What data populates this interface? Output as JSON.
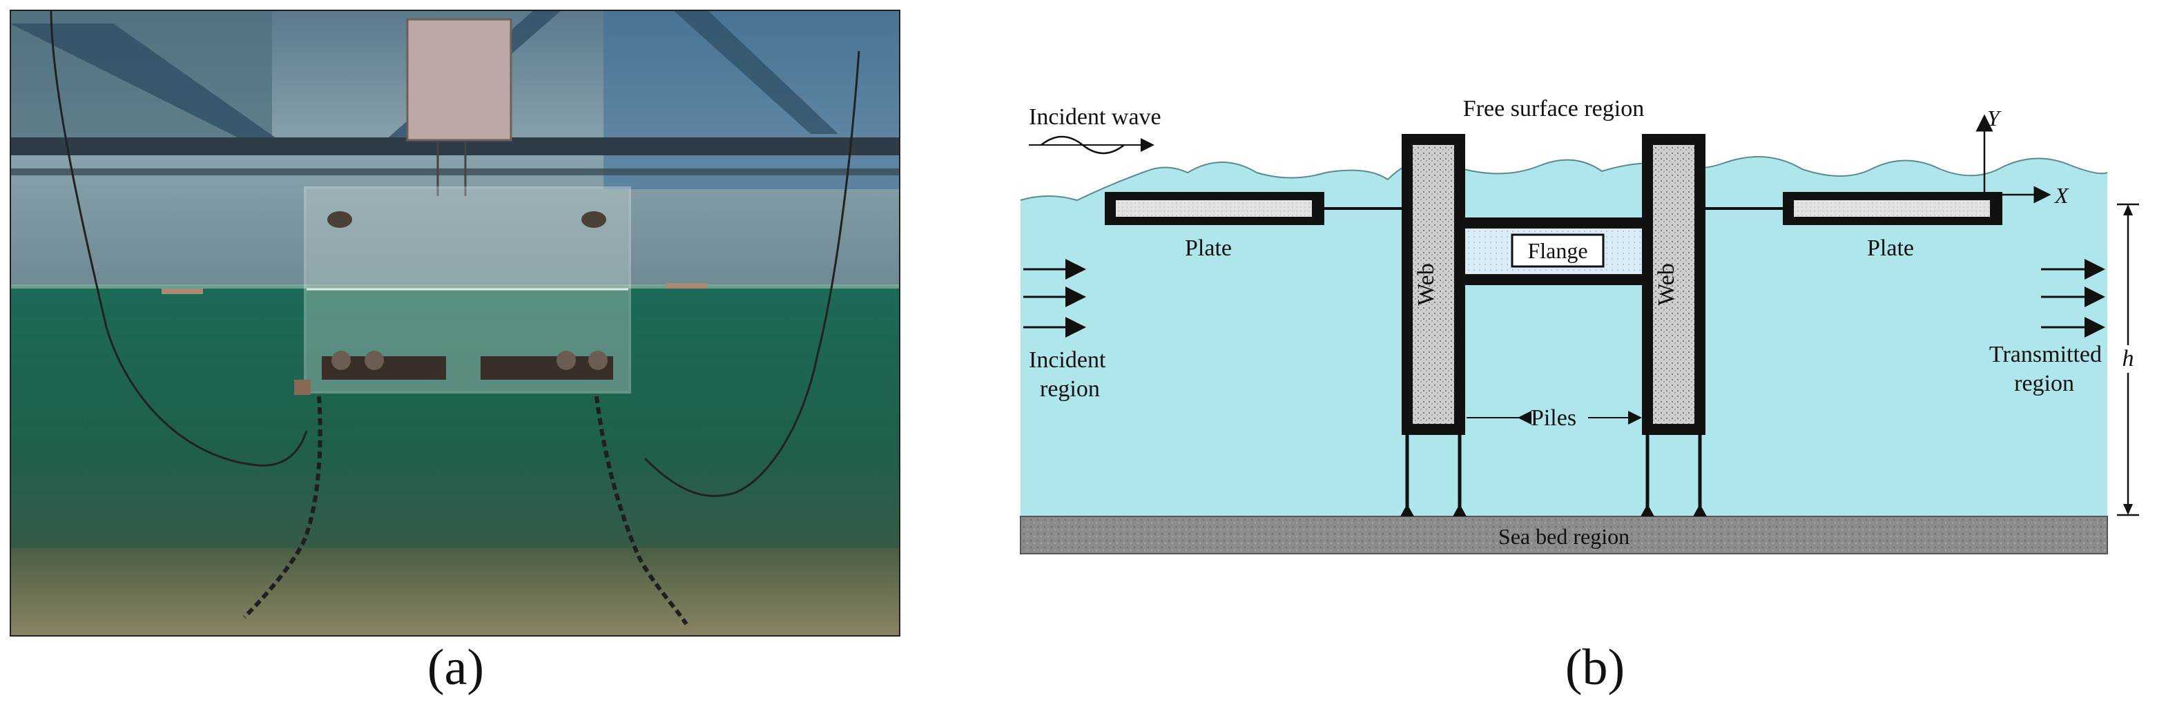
{
  "panel_a": {
    "caption": "(a)"
  },
  "panel_b": {
    "caption": "(b)",
    "labels": {
      "incident_wave": "Incident wave",
      "free_surface": "Free surface region",
      "axis_y": "Y",
      "axis_x": "X",
      "plate_left": "Plate",
      "plate_right": "Plate",
      "web_left": "Web",
      "web_right": "Web",
      "flange": "Flange",
      "incident_region_1": "Incident",
      "incident_region_2": "region",
      "transmitted_region_1": "Transmitted",
      "transmitted_region_2": "region",
      "piles": "Piles",
      "depth": "h",
      "sea_bed": "Sea bed region"
    },
    "colors": {
      "water": "#aee6ec",
      "seabed": "#8c8c8c",
      "structure": "#111111",
      "plate_fill": "#e2e2e2",
      "flange_fill": "#dcecf6"
    }
  }
}
